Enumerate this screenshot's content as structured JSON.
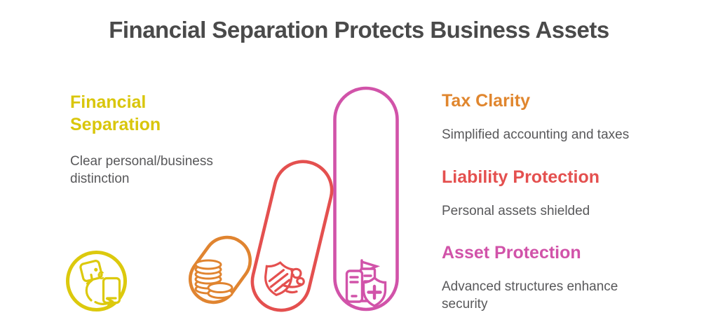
{
  "title": "Financial Separation Protects Business Assets",
  "left_feature": {
    "heading": "Financial Separation",
    "description": "Clear personal/business distinction",
    "color": "#D9C60B",
    "badge_icon": "wallet-phone-exchange-icon"
  },
  "features": [
    {
      "heading": "Tax Clarity",
      "description": "Simplified accounting and taxes",
      "color": "#E0862E",
      "icon": "coin-stack-icon",
      "capsule_size": "small"
    },
    {
      "heading": "Liability Protection",
      "description": "Personal assets shielded",
      "color": "#E4504F",
      "icon": "shield-wind-icon",
      "capsule_size": "medium"
    },
    {
      "heading": "Asset Protection",
      "description": "Advanced structures enhance security",
      "color": "#D153A9",
      "icon": "building-phone-shield-plus-icon",
      "capsule_size": "large"
    }
  ],
  "colors": {
    "title_text": "#4A4A4A",
    "body_text": "#58585A",
    "yellow": "#D9C60B",
    "orange": "#E08430",
    "red": "#E4504F",
    "magenta": "#D153A9",
    "background": "#FFFFFF"
  }
}
